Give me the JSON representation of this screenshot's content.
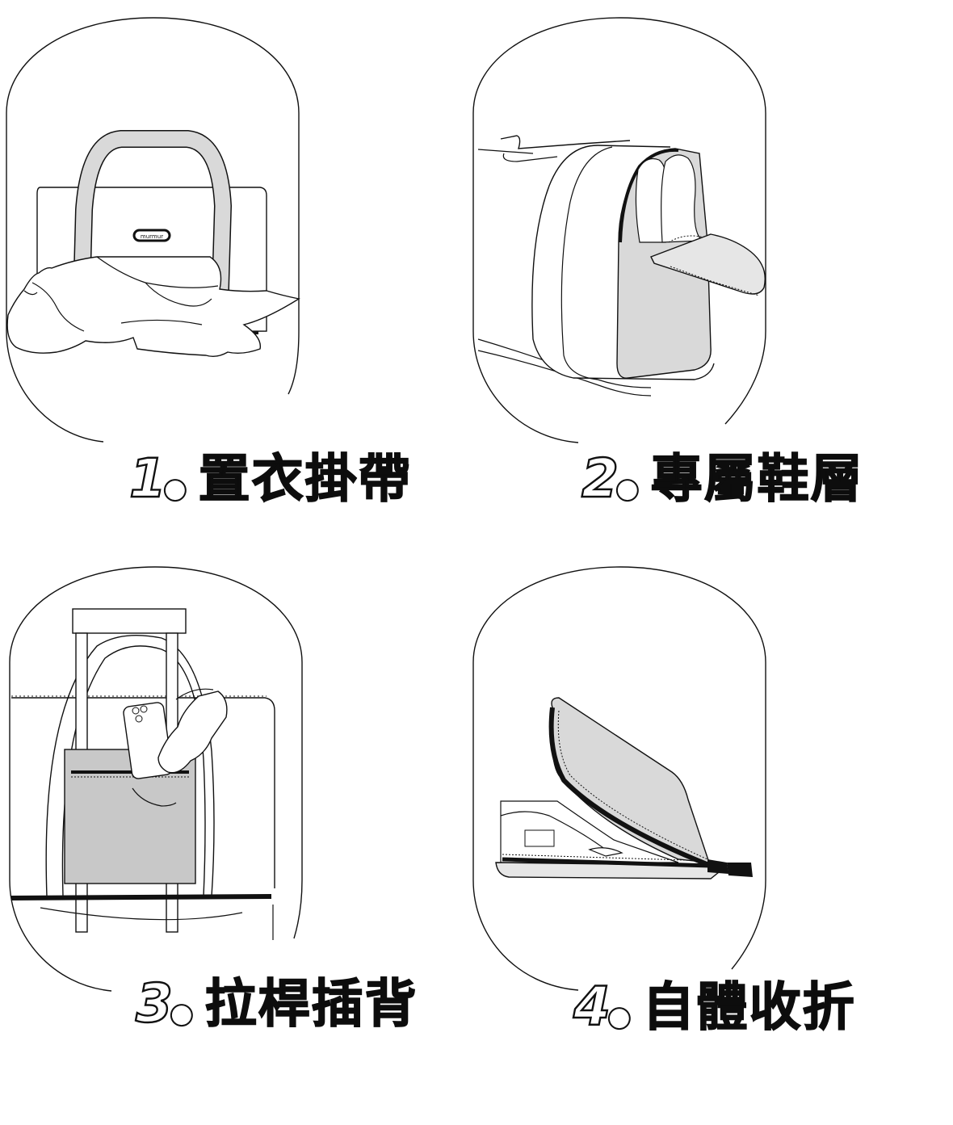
{
  "panels": [
    {
      "number": "1",
      "title": "置衣掛帶",
      "icon": "garment-strap-illustration",
      "brand": "murmur"
    },
    {
      "number": "2",
      "title": "專屬鞋層",
      "icon": "shoe-compartment-illustration"
    },
    {
      "number": "3",
      "title": "拉桿插背",
      "icon": "trolley-sleeve-illustration"
    },
    {
      "number": "4",
      "title": "自體收折",
      "icon": "self-folding-illustration"
    }
  ],
  "colors": {
    "ink": "#111111",
    "fill_gray": "#d9d9d9",
    "pocket_gray": "#c8c8c8",
    "background": "#ffffff"
  }
}
